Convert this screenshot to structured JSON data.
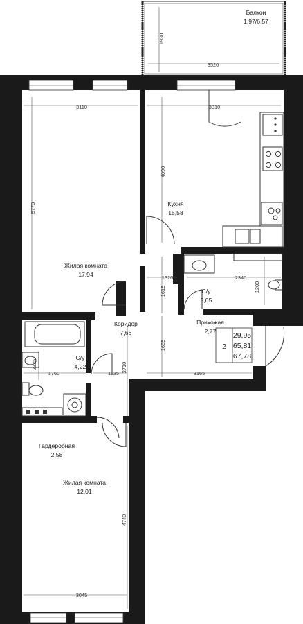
{
  "rooms": {
    "balcony": {
      "name": "Балкон",
      "area": "1,97/6,57"
    },
    "kitchen": {
      "name": "Кухня",
      "area": "15,58"
    },
    "living1": {
      "name": "Жилая комната",
      "area": "17,94"
    },
    "bath_small": {
      "name": "С/у",
      "area": "3,05"
    },
    "corridor": {
      "name": "Коридор",
      "area": "7,66"
    },
    "hall": {
      "name": "Прихожая",
      "area": "2,77"
    },
    "bath_big": {
      "name": "С/у",
      "area": "4,22"
    },
    "wardrobe": {
      "name": "Гардеробная",
      "area": "2,58"
    },
    "living2": {
      "name": "Жилая комната",
      "area": "12,01"
    }
  },
  "dimensions": {
    "balcony_depth": "1930",
    "balcony_width": "3520",
    "living1_width": "3110",
    "kitchen_width": "3810",
    "living1_length": "5770",
    "kitchen_length": "4090",
    "corridor_width": "1320",
    "bath_small_width": "2340",
    "corridor_len1": "1615",
    "bath_small_depth": "1200",
    "corridor_len2": "1685",
    "bath_big_depth": "2325",
    "bath_big_width": "1760",
    "wardrobe_width": "1135",
    "hall_width": "3165",
    "wardrobe_depth": "2710",
    "living2_length": "4740",
    "living2_width": "3045"
  },
  "summary": {
    "rooms": "2",
    "living_area": "29,95",
    "total_area": "65,81",
    "area_with_balcony": "67,78"
  },
  "colors": {
    "wall": "#1a1a1a",
    "line": "#333333"
  }
}
